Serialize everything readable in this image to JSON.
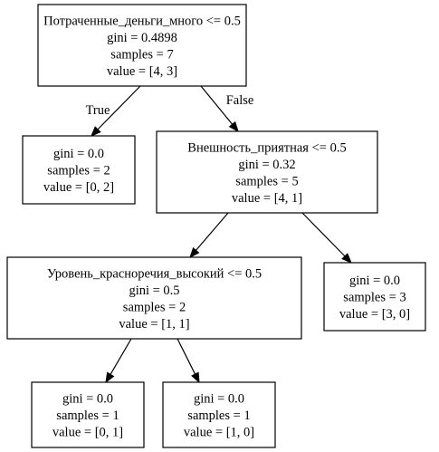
{
  "tree": {
    "nodes": [
      {
        "id": "n0",
        "lines": [
          "Потраченные_деньги_много <= 0.5",
          "gini = 0.4898",
          "samples = 7",
          "value = [4, 3]"
        ]
      },
      {
        "id": "n1",
        "lines": [
          "gini = 0.0",
          "samples = 2",
          "value = [0, 2]"
        ]
      },
      {
        "id": "n2",
        "lines": [
          "Внешность_приятная <= 0.5",
          "gini = 0.32",
          "samples = 5",
          "value = [4, 1]"
        ]
      },
      {
        "id": "n3",
        "lines": [
          "Уровень_красноречия_высокий <= 0.5",
          "gini = 0.5",
          "samples = 2",
          "value = [1, 1]"
        ]
      },
      {
        "id": "n4",
        "lines": [
          "gini = 0.0",
          "samples = 3",
          "value = [3, 0]"
        ]
      },
      {
        "id": "n5",
        "lines": [
          "gini = 0.0",
          "samples = 1",
          "value = [0, 1]"
        ]
      },
      {
        "id": "n6",
        "lines": [
          "gini = 0.0",
          "samples = 1",
          "value = [1, 0]"
        ]
      }
    ],
    "edges": [
      {
        "from": "n0",
        "to": "n1",
        "label": "True"
      },
      {
        "from": "n0",
        "to": "n2",
        "label": "False"
      },
      {
        "from": "n2",
        "to": "n3",
        "label": ""
      },
      {
        "from": "n2",
        "to": "n4",
        "label": ""
      },
      {
        "from": "n3",
        "to": "n5",
        "label": ""
      },
      {
        "from": "n3",
        "to": "n6",
        "label": ""
      }
    ]
  }
}
